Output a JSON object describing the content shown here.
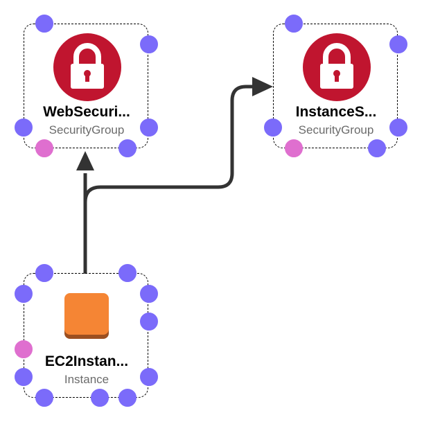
{
  "diagram": {
    "nodes": [
      {
        "id": "web-sg",
        "title": "WebSecuri...",
        "subtitle": "SecurityGroup",
        "icon": "lock-icon",
        "icon_color": "#c0152f"
      },
      {
        "id": "instance-sg",
        "title": "InstanceS...",
        "subtitle": "SecurityGroup",
        "icon": "lock-icon",
        "icon_color": "#c0152f"
      },
      {
        "id": "ec2-instance",
        "title": "EC2Instan...",
        "subtitle": "Instance",
        "icon": "ec2-instance-icon",
        "icon_color": "#f58534"
      }
    ],
    "edges": [
      {
        "from": "ec2-instance",
        "to": "web-sg"
      },
      {
        "from": "ec2-instance",
        "to": "instance-sg"
      }
    ],
    "colors": {
      "port": "#7b6bfa",
      "port_alt": "#df6fcf",
      "edge": "#333333"
    }
  }
}
